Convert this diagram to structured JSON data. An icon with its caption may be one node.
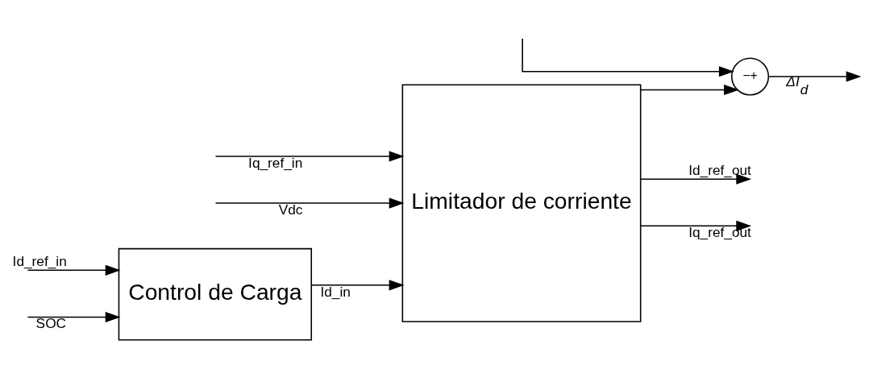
{
  "diagram": {
    "nodes": [
      {
        "text": [
          "Control de Carga"
        ]
      },
      {
        "text": [
          "Limitador de corriente"
        ]
      },
      {
        "text": [
          "−",
          "+"
        ]
      }
    ],
    "edges": [
      {
        "from": null,
        "to": 0,
        "arrow": "to",
        "label": "Id_ref_in"
      },
      {
        "from": null,
        "to": 2,
        "arrow": "to"
      },
      {
        "from": null,
        "to": 0,
        "arrow": "to",
        "label": "SOC"
      },
      {
        "from": 0,
        "to": 1,
        "arrow": "to",
        "label": "Id_in"
      },
      {
        "from": null,
        "to": 1,
        "arrow": "to",
        "label": "Iq_ref_in"
      },
      {
        "from": null,
        "to": 1,
        "arrow": "to",
        "label": "Vdc"
      },
      {
        "from": 1,
        "to": 2,
        "arrow": "to"
      },
      {
        "from": 2,
        "to": null,
        "arrow": "to",
        "label": "ΔI$_{d}$"
      },
      {
        "from": 1,
        "to": null,
        "arrow": "to",
        "label": "Id_ref_out"
      },
      {
        "from": 1,
        "to": null,
        "arrow": "to",
        "label": "Iq_ref_out"
      }
    ]
  }
}
